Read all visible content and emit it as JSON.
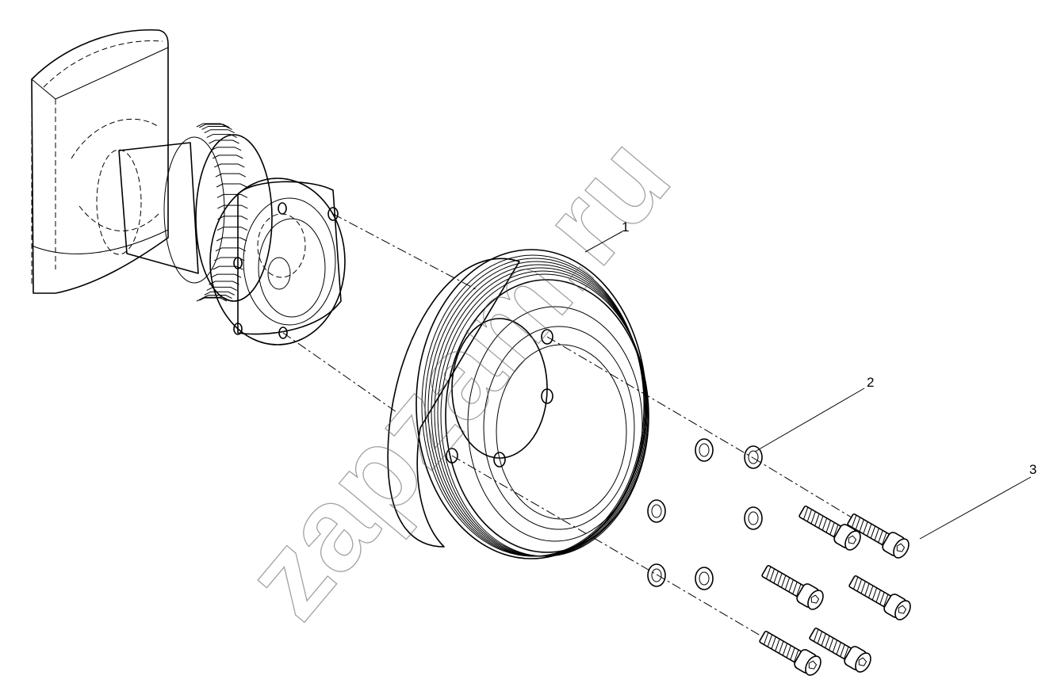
{
  "callouts": [
    {
      "id": "1",
      "text": "1"
    },
    {
      "id": "2",
      "text": "2"
    },
    {
      "id": "3",
      "text": "3"
    }
  ],
  "watermark": {
    "text": "zapzam.ru"
  }
}
